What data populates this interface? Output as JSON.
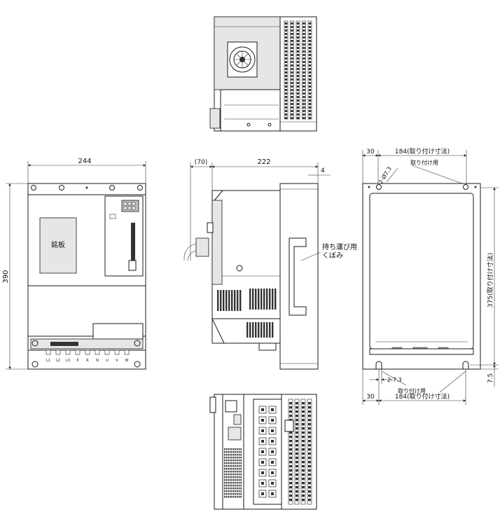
{
  "front_view": {
    "width_label": "244",
    "height_label": "390",
    "nameplate_label": "銘板",
    "terminal_labels": [
      "L1",
      "L2",
      "L3",
      "P",
      "R",
      "N",
      "U",
      "V",
      "W"
    ]
  },
  "side_view": {
    "offset_label": "(70)",
    "depth_label": "222",
    "fin_label": "4",
    "handle_note": "持ち運び用\nくぼみ"
  },
  "rear_view": {
    "left_offset_top": "30",
    "mount_width_top": "184(取り付け寸法)",
    "hole_label": "2-Ø7.3",
    "mount_note_top": "取り付け用",
    "mount_height": "375(取り付け寸法)",
    "bottom_offset": "7.5",
    "slot_label": "2-7.3",
    "mount_note_bottom": "取り付け用",
    "left_offset_bottom": "30",
    "mount_width_bottom": "184(取り付け寸法)"
  },
  "colors": {
    "line": "#1a1a1a",
    "panel_gray": "#e6e6e6",
    "dark": "#333333"
  }
}
